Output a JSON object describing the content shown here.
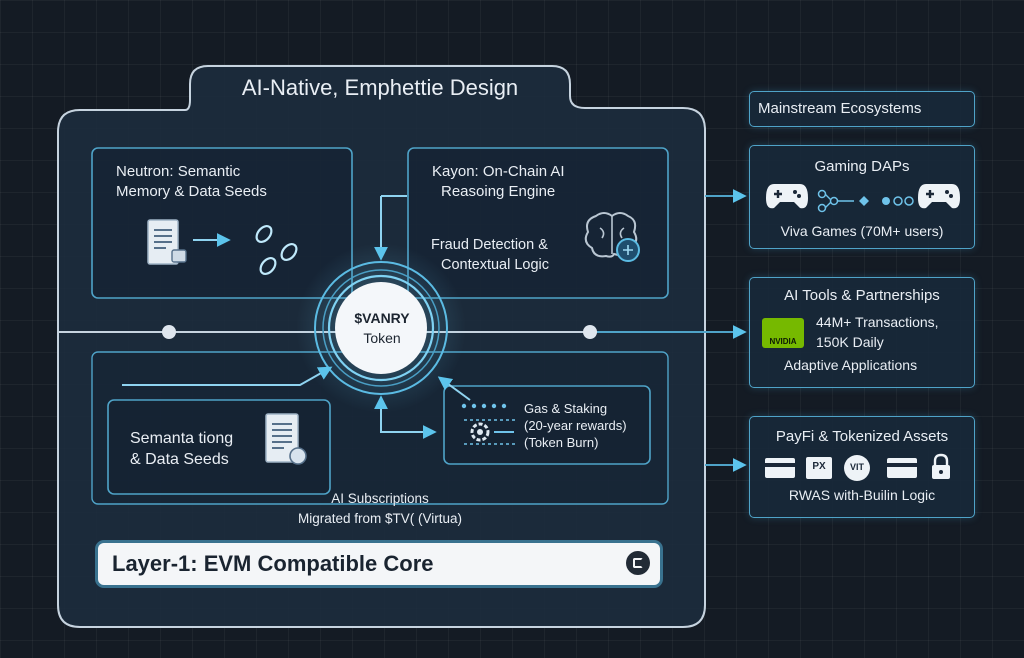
{
  "header": {
    "title": "AI-Native, Emphettie Design"
  },
  "neutron": {
    "line1": "Neutron: Semantic",
    "line2": "Memory & Data Seeds"
  },
  "kayon": {
    "line1": "Kayon: On-Chain AI",
    "line2": "Reasoing Engine",
    "line3": "Fraud Detection &",
    "line4": "Contextual Logic"
  },
  "token": {
    "line1": "$VANRY",
    "line2": "Token"
  },
  "seeds": {
    "line1": "Semanta tiong",
    "line2": "& Data Seeds"
  },
  "gas": {
    "line1": "Gas & Staking",
    "line2": "(20-year rewards)",
    "line3": "(Token Burn)"
  },
  "subscriptions": {
    "line1": "AI Subscriptions",
    "line2": "Migrated from $TV( (Virtua)"
  },
  "core": {
    "label": "Layer-1: EVM Compatible Core"
  },
  "ecosystems": {
    "title": "Mainstream Ecosystems",
    "gaming": {
      "title": "Gaming DAPs",
      "subtitle": "Viva Games (70M+ users)"
    },
    "ai_tools": {
      "title": "AI Tools & Partnerships",
      "logo": "NVIDIA",
      "stat1": "44M+ Transactions,",
      "stat2": "150K Daily",
      "stat3": "Adaptive Applications"
    },
    "payfi": {
      "title": "PayFi & Tokenized Assets",
      "badge1": "PX",
      "badge2": "VIT",
      "subtitle": "RWAS with-Builin Logic"
    }
  },
  "colors": {
    "accent": "#4fa3c8",
    "line": "#8fd3f0",
    "text": "#e9eef4",
    "panel": "#1b2838"
  }
}
